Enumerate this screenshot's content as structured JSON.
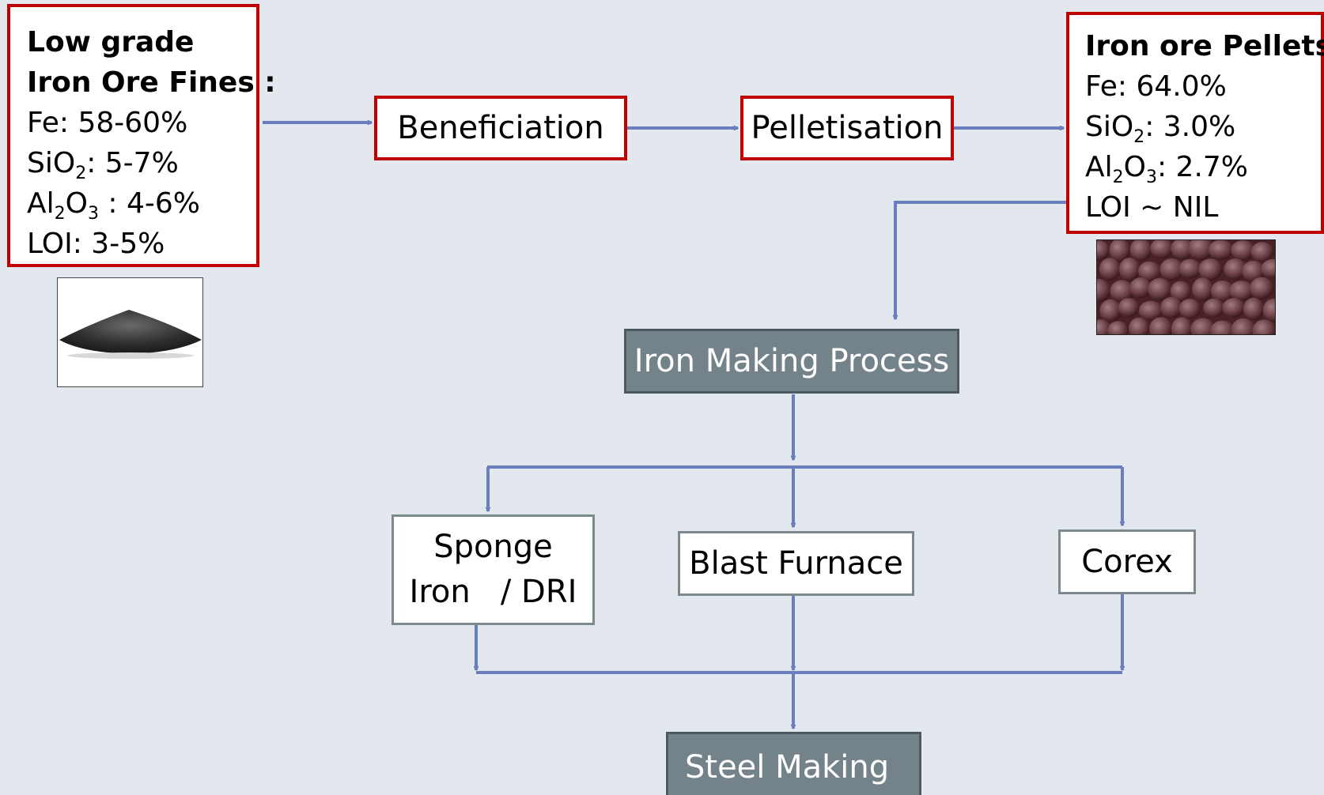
{
  "colors": {
    "background": "#e3e7ee",
    "highlight_border": "#c00000",
    "connector": "#6b7fbf",
    "process_fill": "#74838a"
  },
  "input": {
    "title_1": "Low grade",
    "title_2": "Iron Ore Fines :",
    "fe": "Fe: 58-60%",
    "sio2_a": "SiO",
    "sio2_sub": "2",
    "sio2_b": ": 5-7%",
    "al2o3_a": "Al",
    "al2o3_sub1": "2",
    "al2o3_b": "O",
    "al2o3_sub2": "3",
    "al2o3_c": " : 4-6%",
    "loi": "LOI: 3-5%"
  },
  "steps": {
    "beneficiation": "Beneficiation",
    "pelletisation": "Pelletisation"
  },
  "output": {
    "title": "Iron ore Pellets:",
    "fe": "Fe: 64.0%",
    "sio2_a": "SiO",
    "sio2_sub": "2",
    "sio2_b": ": 3.0%",
    "al2o3_a": "Al",
    "al2o3_sub1": "2",
    "al2o3_b": "O",
    "al2o3_sub2": "3",
    "al2o3_c": ": 2.7%",
    "loi": "LOI ~ NIL"
  },
  "iron_making": "Iron Making Process",
  "routes": {
    "sponge_1": "Sponge",
    "sponge_2": "Iron   / DRI",
    "blast_furnace": "Blast Furnace",
    "corex": "Corex"
  },
  "steel_making": "Steel Making"
}
